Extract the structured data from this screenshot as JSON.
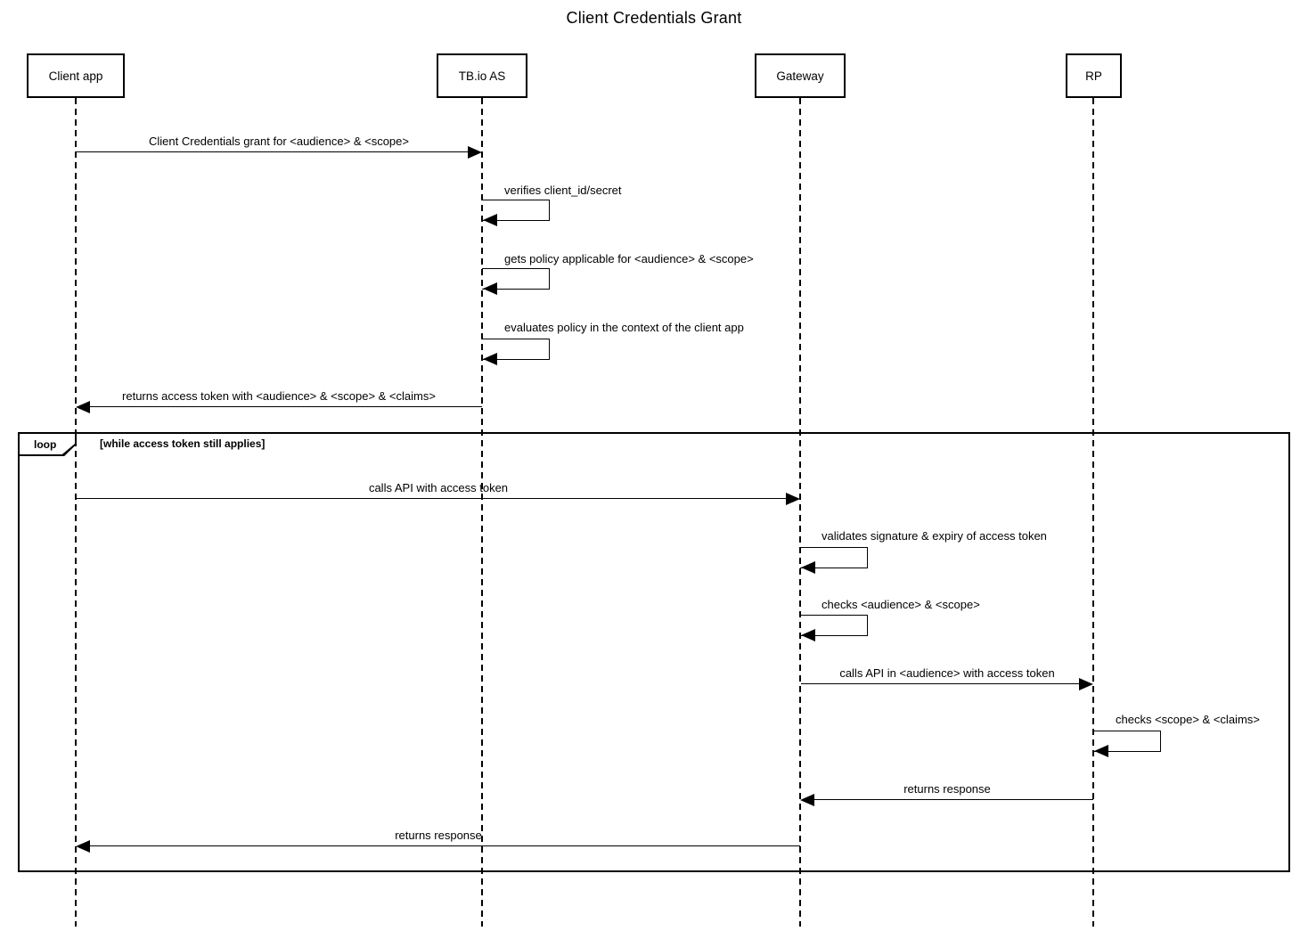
{
  "title": "Client Credentials Grant",
  "actors": [
    {
      "id": "client-app",
      "label": "Client app"
    },
    {
      "id": "tbio-as",
      "label": "TB.io AS"
    },
    {
      "id": "gateway",
      "label": "Gateway"
    },
    {
      "id": "rp",
      "label": "RP"
    }
  ],
  "loop": {
    "label": "loop",
    "guard": "[while access token still applies]"
  },
  "messages": [
    {
      "from": "Client app",
      "to": "TB.io AS",
      "kind": "arrow-right",
      "text": "Client Credentials grant for <audience> & <scope>"
    },
    {
      "from": "TB.io AS",
      "to": "TB.io AS",
      "kind": "self",
      "text": "verifies client_id/secret"
    },
    {
      "from": "TB.io AS",
      "to": "TB.io AS",
      "kind": "self",
      "text": "gets policy applicable for <audience> & <scope>"
    },
    {
      "from": "TB.io AS",
      "to": "TB.io AS",
      "kind": "self",
      "text": "evaluates policy in the context of the client app"
    },
    {
      "from": "TB.io AS",
      "to": "Client app",
      "kind": "arrow-left",
      "text": "returns access token with <audience> & <scope> & <claims>"
    },
    {
      "from": "Client app",
      "to": "Gateway",
      "kind": "arrow-right",
      "text": "calls API with access token"
    },
    {
      "from": "Gateway",
      "to": "Gateway",
      "kind": "self",
      "text": "validates signature & expiry of access token"
    },
    {
      "from": "Gateway",
      "to": "Gateway",
      "kind": "self",
      "text": "checks <audience> & <scope>"
    },
    {
      "from": "Gateway",
      "to": "RP",
      "kind": "arrow-right",
      "text": "calls API in <audience> with access token"
    },
    {
      "from": "RP",
      "to": "RP",
      "kind": "self",
      "text": "checks <scope> & <claims>"
    },
    {
      "from": "RP",
      "to": "Gateway",
      "kind": "arrow-left",
      "text": "returns response"
    },
    {
      "from": "Gateway",
      "to": "Client app",
      "kind": "arrow-left",
      "text": "returns response"
    }
  ],
  "colors": {
    "line": "#000000",
    "background": "#ffffff"
  }
}
